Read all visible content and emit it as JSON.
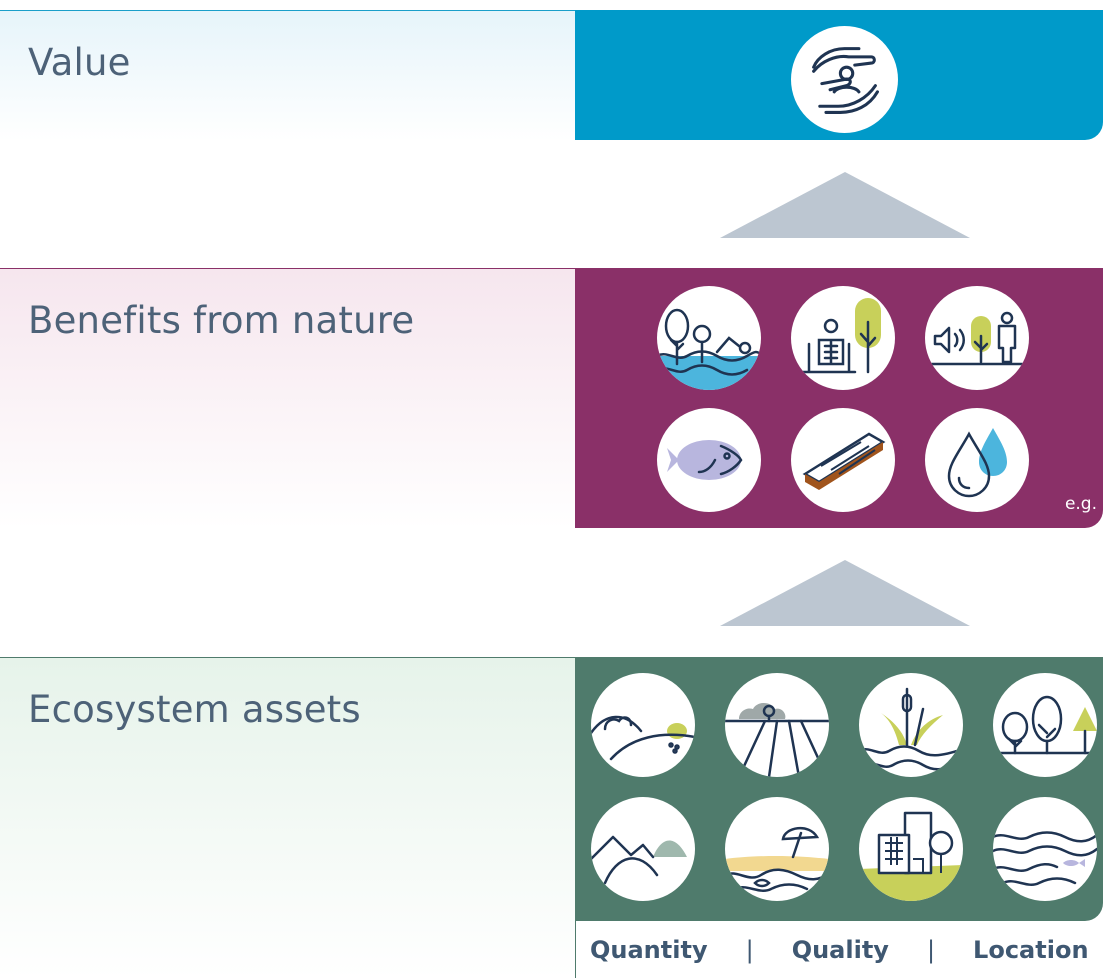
{
  "tiers": {
    "value": {
      "label": "Value",
      "color": "#009ac9"
    },
    "benefits": {
      "label": "Benefits from nature",
      "color": "#8a3068",
      "note": "e.g."
    },
    "assets": {
      "label": "Ecosystem assets",
      "color": "#4f7b6c"
    }
  },
  "arrow_color": "#bcc6d1",
  "icons": {
    "value": [
      "hands-care-icon"
    ],
    "benefits": [
      "recreation-swimming-icon",
      "health-wellbeing-icon",
      "noise-reduction-icon",
      "fish-food-icon",
      "timber-icon",
      "water-supply-icon"
    ],
    "assets": [
      "hills-grassland-icon",
      "farmland-icon",
      "wetland-icon",
      "woodland-icon",
      "mountains-icon",
      "coast-beach-icon",
      "urban-icon",
      "open-water-icon"
    ]
  },
  "footer": {
    "quantity": "Quantity",
    "sep1": "|",
    "quality": "Quality",
    "sep2": "|",
    "location": "Location"
  }
}
